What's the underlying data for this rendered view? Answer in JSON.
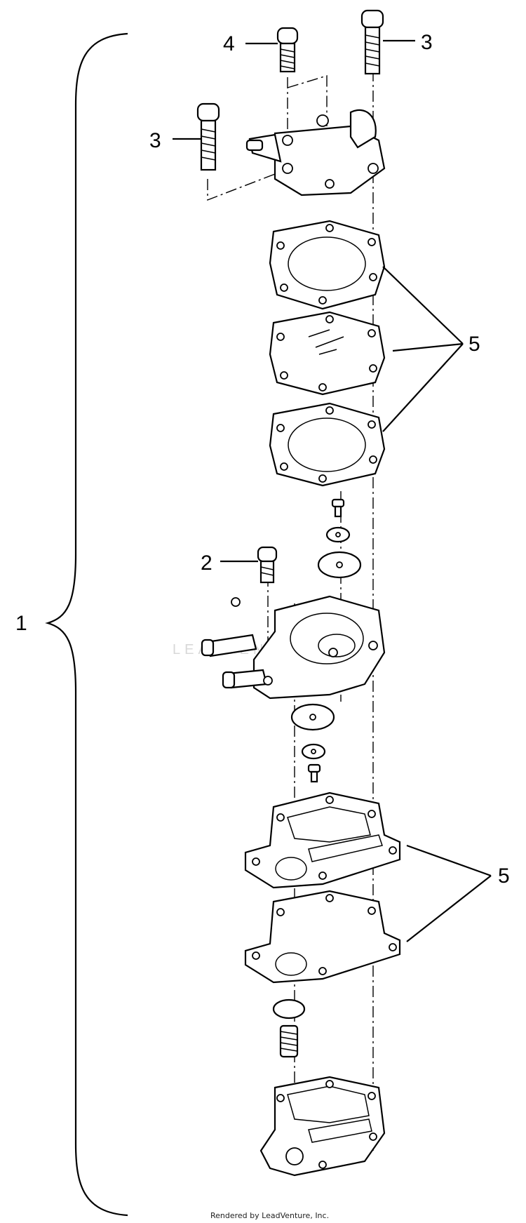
{
  "callouts": {
    "c1": "1",
    "c2": "2",
    "c3_top": "3",
    "c3_left": "3",
    "c4": "4",
    "c5_upper": "5",
    "c5_lower": "5"
  },
  "watermark": "LEADVENTURE",
  "footer": "Rendered by LeadVenture, Inc."
}
